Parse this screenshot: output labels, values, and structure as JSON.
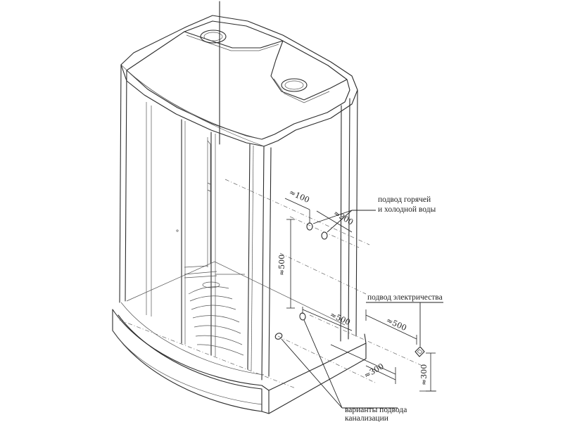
{
  "labels": {
    "water_supply_line1": "подвод горячей",
    "water_supply_line2": "и холодной воды",
    "electricity": "подвод электричества",
    "drainage_line1": "варианты подвода",
    "drainage_line2": "канализации"
  },
  "dimensions": {
    "d100": "≈100",
    "d300_upper": "≈300",
    "d500_vertical": "≈500",
    "d500_drain": "≈500",
    "d500_electric": "≈500",
    "d300_bottom": "≈300",
    "d300_electric_height": "≈300"
  }
}
